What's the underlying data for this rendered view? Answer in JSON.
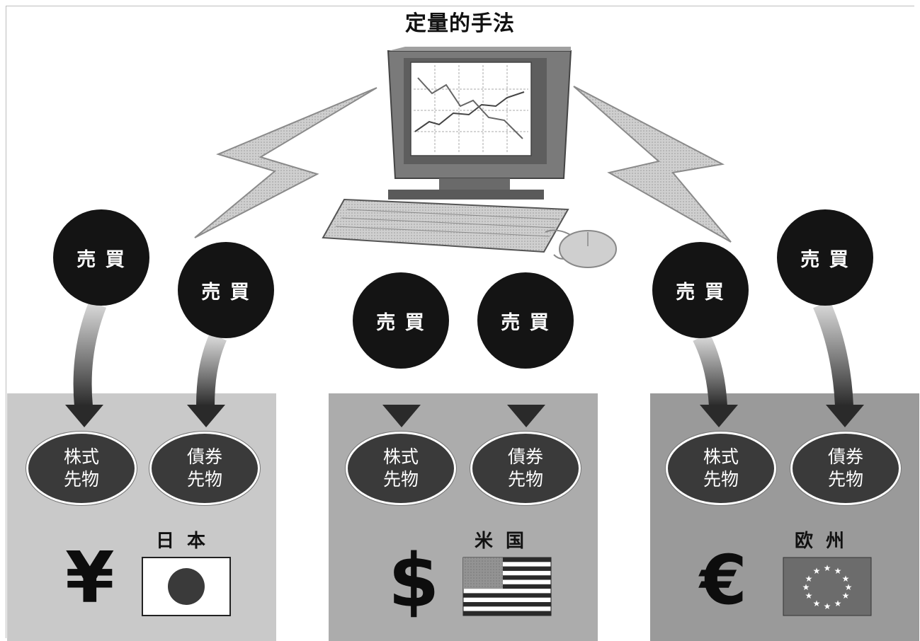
{
  "title": "定量的手法",
  "trade_label": "売 買",
  "regions": [
    {
      "country": "日本",
      "currency_symbol": "¥",
      "flag_icon": "japan-flag-icon",
      "stock_futures": [
        "株式",
        "先物"
      ],
      "bond_futures": [
        "債券",
        "先物"
      ]
    },
    {
      "country": "米国",
      "currency_symbol": "$",
      "flag_icon": "usa-flag-icon",
      "stock_futures": [
        "株式",
        "先物"
      ],
      "bond_futures": [
        "債券",
        "先物"
      ]
    },
    {
      "country": "欧州",
      "currency_symbol": "€",
      "flag_icon": "eu-flag-icon",
      "stock_futures": [
        "株式",
        "先物"
      ],
      "bond_futures": [
        "債券",
        "先物"
      ]
    }
  ],
  "colors": {
    "circle": "#141414",
    "ellipse": "#3a3a3a",
    "region_japan": "#c9c9c9",
    "region_usa": "#acacac",
    "region_europe": "#9a9a9a"
  }
}
